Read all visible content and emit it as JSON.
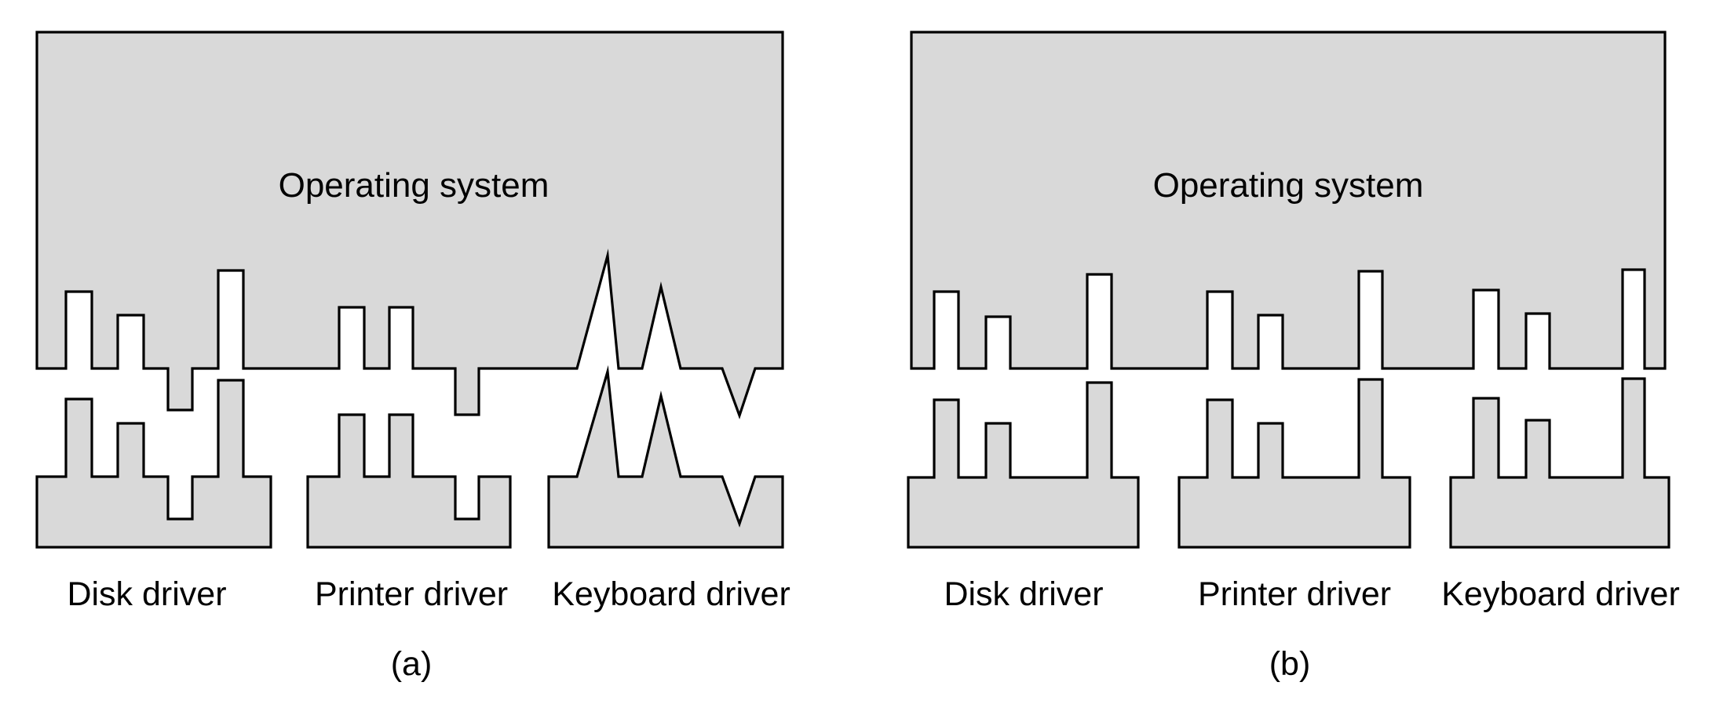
{
  "panels": [
    {
      "caption": "(a)",
      "os_label": "Operating system",
      "drivers": [
        {
          "label": "Disk driver"
        },
        {
          "label": "Printer driver"
        },
        {
          "label": "Keyboard driver"
        }
      ]
    },
    {
      "caption": "(b)",
      "os_label": "Operating system",
      "drivers": [
        {
          "label": "Disk driver"
        },
        {
          "label": "Printer driver"
        },
        {
          "label": "Keyboard driver"
        }
      ]
    }
  ],
  "colors": {
    "fill": "#d9d9d9",
    "stroke": "#000000",
    "background": "#ffffff"
  }
}
